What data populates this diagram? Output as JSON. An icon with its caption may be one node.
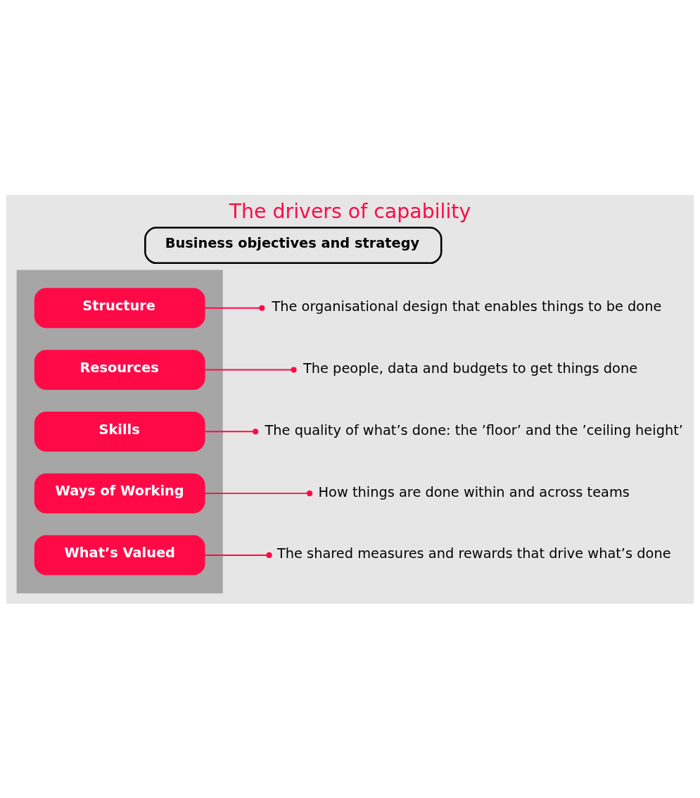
{
  "diagram": {
    "title": "The drivers of capability",
    "nodes": [
      {
        "text": [
          "Business objectives and strategy"
        ]
      },
      {
        "text": [],
        "shape": "box"
      },
      {
        "text": [
          "Structure"
        ],
        "in": 1
      },
      {
        "text": [
          "Resources"
        ],
        "in": 1
      },
      {
        "text": [
          "Skills"
        ],
        "in": 1
      },
      {
        "text": [
          "Ways of Working"
        ],
        "in": 1
      },
      {
        "text": [
          "What’s Valued"
        ],
        "in": 1
      },
      {
        "text": [
          "The organisational design that enables things to be done"
        ]
      },
      {
        "text": [
          "The people, data and budgets to get things done"
        ]
      },
      {
        "text": [
          "The quality of what’s done: the ’floor’ and the ’ceiling height’"
        ]
      },
      {
        "text": [
          "How things are done within and across teams"
        ]
      },
      {
        "text": [
          "The shared measures and rewards that drive what’s done"
        ]
      }
    ],
    "edges": [
      {
        "from": 2,
        "to": 7,
        "arrow": "other",
        "color": "#ff0a47"
      },
      {
        "from": 3,
        "to": 8,
        "arrow": "other",
        "color": "#ff0a47"
      },
      {
        "from": 4,
        "to": 9,
        "arrow": "other",
        "color": "#ff0a47"
      },
      {
        "from": 5,
        "to": 10,
        "arrow": "other",
        "color": "#ff0a47"
      },
      {
        "from": 6,
        "to": 11,
        "arrow": "other",
        "color": "#ff0a47"
      }
    ]
  }
}
